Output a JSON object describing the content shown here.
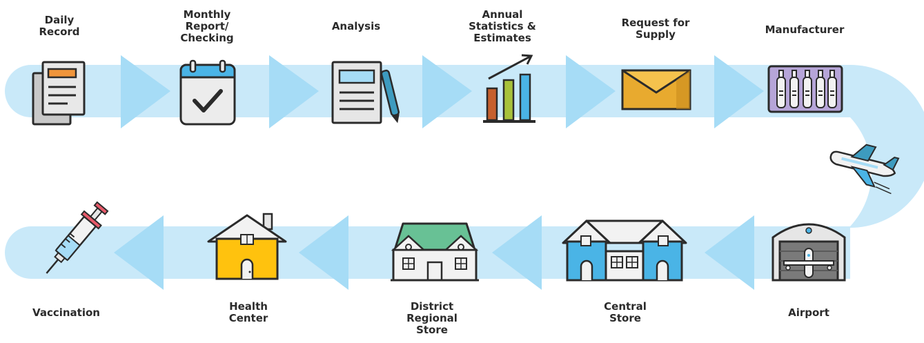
{
  "colors": {
    "band": "#c9e9f9",
    "chevron": "#a6dcf6",
    "outline": "#2b2b2b",
    "orange": "#f0953b",
    "blue": "#4ab4e6",
    "green": "#68c195",
    "yellow": "#ffc20e",
    "envelope": "#e8aa2f",
    "purple": "#b6a5d8",
    "bar_red": "#c6602e",
    "bar_green": "#a8c13a",
    "teal": "#3d9bbf"
  },
  "top_row": {
    "steps": [
      {
        "label": "Daily\nRecord",
        "icon": "document-stack-icon"
      },
      {
        "label": "Monthly\nReport/\nChecking",
        "icon": "calendar-check-icon"
      },
      {
        "label": "Analysis",
        "icon": "document-pen-icon"
      },
      {
        "label": "Annual\nStatistics &\nEstimates",
        "icon": "bar-chart-icon"
      },
      {
        "label": "Request for\nSupply",
        "icon": "envelope-icon"
      },
      {
        "label": "Manufacturer",
        "icon": "vials-icon"
      }
    ]
  },
  "transit": {
    "icon": "airplane-icon"
  },
  "bottom_row": {
    "steps": [
      {
        "label": "Vaccination",
        "icon": "syringe-icon"
      },
      {
        "label": "Health\nCenter",
        "icon": "house-icon"
      },
      {
        "label": "District\nRegional\nStore",
        "icon": "regional-store-icon"
      },
      {
        "label": "Central\nStore",
        "icon": "central-store-icon"
      },
      {
        "label": "Airport",
        "icon": "hangar-icon"
      }
    ]
  }
}
